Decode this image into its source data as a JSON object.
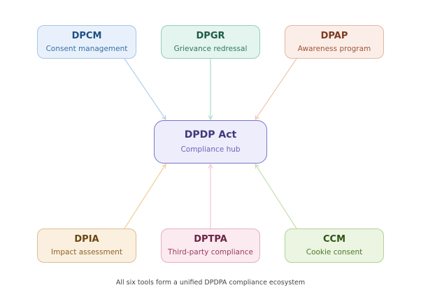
{
  "hub": {
    "title": "DPDP Act",
    "subtitle": "Compliance hub",
    "colors": {
      "fill": "#eeedfb",
      "border": "#7b75c9",
      "title": "#3d3a7a",
      "sub": "#6b66b8"
    }
  },
  "nodes": [
    {
      "id": "dpcm",
      "title": "DPCM",
      "subtitle": "Consent management",
      "colors": {
        "fill": "#e8f1fb",
        "border": "#a9c4e3",
        "title": "#1f4f84",
        "sub": "#3a6ea8",
        "edge": "#b5cdeb"
      }
    },
    {
      "id": "dpgr",
      "title": "DPGR",
      "subtitle": "Grievance redressal",
      "colors": {
        "fill": "#e4f4ee",
        "border": "#97cdb6",
        "title": "#1d5b45",
        "sub": "#2f7a5d",
        "edge": "#a8dac7"
      }
    },
    {
      "id": "dpap",
      "title": "DPAP",
      "subtitle": "Awareness program",
      "colors": {
        "fill": "#fbeee8",
        "border": "#e2b6a4",
        "title": "#7a3b22",
        "sub": "#a2553a",
        "edge": "#f2c3b0"
      }
    },
    {
      "id": "dpia",
      "title": "DPIA",
      "subtitle": "Impact assessment",
      "colors": {
        "fill": "#fbf0df",
        "border": "#d9bf93",
        "title": "#6b4612",
        "sub": "#8e6328",
        "edge": "#f3cd95"
      }
    },
    {
      "id": "dptpa",
      "title": "DPTPA",
      "subtitle": "Third-party compliance",
      "colors": {
        "fill": "#fbeaf0",
        "border": "#e1b0c2",
        "title": "#6b2440",
        "sub": "#9a3e62",
        "edge": "#f1c6d5"
      }
    },
    {
      "id": "ccm",
      "title": "CCM",
      "subtitle": "Cookie consent",
      "colors": {
        "fill": "#ebf5e1",
        "border": "#b3d198",
        "title": "#2f5216",
        "sub": "#4e7a2c",
        "edge": "#c3dfaa"
      }
    }
  ],
  "caption": "All six tools form a unified DPDPA compliance ecosystem"
}
